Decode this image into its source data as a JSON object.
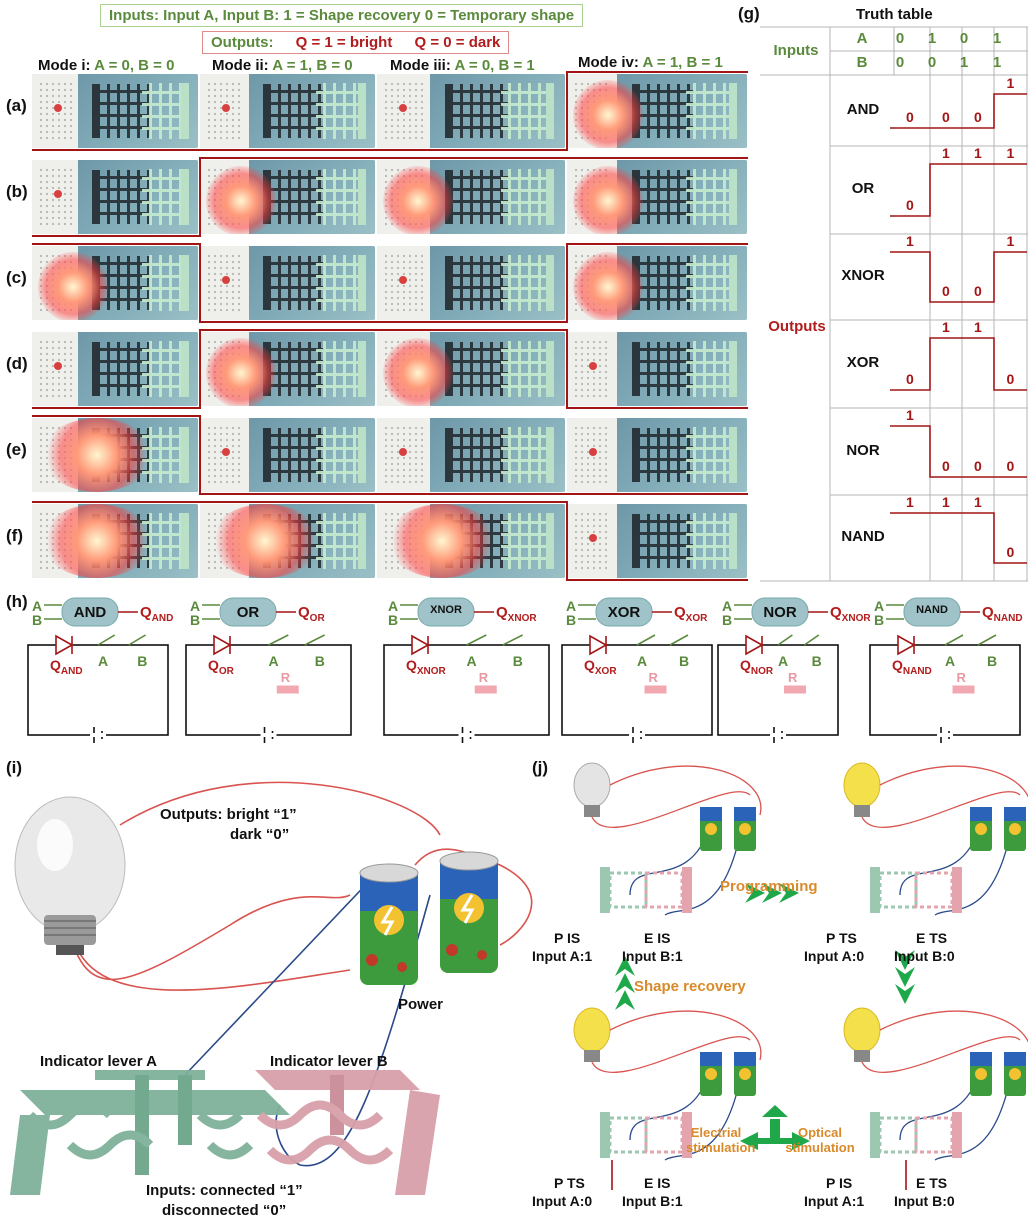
{
  "header": {
    "inputs_line": "Inputs: Input A, Input B:    1 = Shape recovery     0 = Temporary shape",
    "outputs_label": "Outputs:",
    "q1": "Q = 1 = bright",
    "q0": "Q = 0 = dark"
  },
  "modes": [
    {
      "label": "Mode i:",
      "value": "A = 0, B = 0"
    },
    {
      "label": "Mode ii:",
      "value": "A = 1, B = 0"
    },
    {
      "label": "Mode iii:",
      "value": "A = 0, B = 1"
    },
    {
      "label": "Mode iv:",
      "value": "A = 1, B = 1"
    }
  ],
  "rows": [
    "(a)",
    "(b)",
    "(c)",
    "(d)",
    "(e)",
    "(f)"
  ],
  "truth_table": {
    "panel": "(g)",
    "title": "Truth table",
    "inputs_label": "Inputs",
    "outputs_label": "Outputs",
    "A_label": "A",
    "B_label": "B",
    "A": [
      "0",
      "1",
      "0",
      "1"
    ],
    "B": [
      "0",
      "0",
      "1",
      "1"
    ],
    "gates": [
      {
        "name": "AND",
        "out": [
          "0",
          "0",
          "0",
          "1"
        ]
      },
      {
        "name": "OR",
        "out": [
          "0",
          "1",
          "1",
          "1"
        ]
      },
      {
        "name": "XNOR",
        "out": [
          "1",
          "0",
          "0",
          "1"
        ]
      },
      {
        "name": "XOR",
        "out": [
          "0",
          "1",
          "1",
          "0"
        ]
      },
      {
        "name": "NOR",
        "out": [
          "1",
          "0",
          "0",
          "0"
        ]
      },
      {
        "name": "NAND",
        "out": [
          "1",
          "1",
          "1",
          "0"
        ]
      }
    ]
  },
  "circuits": {
    "panel": "(h)",
    "A": "A",
    "B": "B",
    "R": "R",
    "Q": "Q",
    "gates": [
      {
        "name": "AND",
        "sub": "AND"
      },
      {
        "name": "OR",
        "sub": "OR"
      },
      {
        "name": "XNOR",
        "sub": "XNOR"
      },
      {
        "name": "XOR",
        "sub": "XOR"
      },
      {
        "name": "NOR",
        "sub": "XNOR"
      },
      {
        "name": "NAND",
        "sub": "NAND"
      }
    ],
    "circuit_subs": [
      "AND",
      "OR",
      "XNOR",
      "XOR",
      "NOR",
      "NAND"
    ]
  },
  "panel_i": {
    "panel": "(i)",
    "outputs_1": "Outputs: bright “1”",
    "outputs_2": "dark “0”",
    "power": "Power",
    "lever_a": "Indicator lever A",
    "lever_b": "Indicator lever B",
    "inputs_1": "Inputs: connected “1”",
    "inputs_2": "disconnected “0”"
  },
  "panel_j": {
    "panel": "(j)",
    "programming": "Programming",
    "shape_recovery": "Shape recovery",
    "electrical": [
      "Electrial",
      "stimulation"
    ],
    "optical": [
      "Optical",
      "stimulation"
    ],
    "states": [
      {
        "top": "P IS",
        "top2": "E IS",
        "a": "Input A:1",
        "b": "Input B:1"
      },
      {
        "top": "P TS",
        "top2": "E TS",
        "a": "Input A:0",
        "b": "Input B:0"
      },
      {
        "top": "P TS",
        "top2": "E IS",
        "a": "Input A:0",
        "b": "Input B:1"
      },
      {
        "top": "P IS",
        "top2": "E TS",
        "a": "Input A:1",
        "b": "Input B:0"
      }
    ]
  }
}
